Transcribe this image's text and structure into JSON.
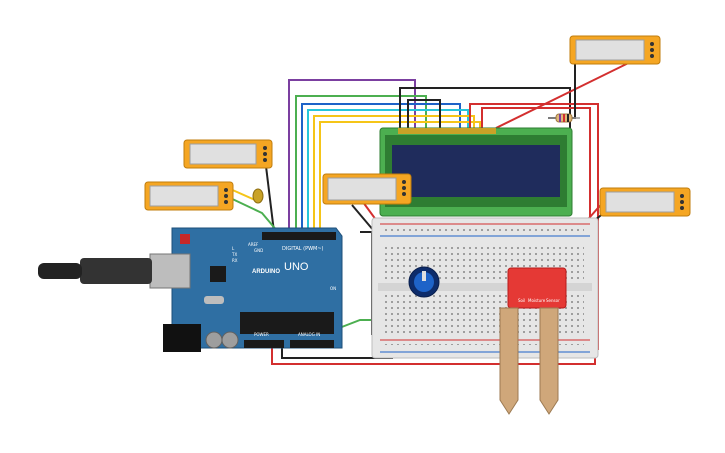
{
  "arduino": {
    "brand": "ARDUINO",
    "model": "UNO",
    "digital_label": "DIGITAL (PWM~)",
    "power_label": "POWER",
    "analog_label": "ANALOG IN",
    "aref_label": "AREF",
    "gnd_label": "GND",
    "tx_label": "TX",
    "rx_label": "RX",
    "l_label": "L",
    "on_label": "ON"
  },
  "sensor": {
    "label_line1": "Soil",
    "label_line2": "Moisture",
    "label_line3": "Sensor"
  },
  "colors": {
    "board": "#2f6fa3",
    "breadboard": "#e6e6e6",
    "lcd_pcb": "#4caf50",
    "lcd_screen": "#1f2c5c",
    "sensor_pcb": "#e53935",
    "probe_board": "#ffe082",
    "wire_red": "#d32f2f",
    "wire_black": "#222222",
    "wire_green": "#4caf50",
    "wire_yellow": "#f5c518",
    "wire_purple": "#7b3fa0",
    "wire_cyan": "#26c6da",
    "wire_blue": "#1e63c8"
  },
  "icons": {
    "usb": "usb-connector-icon",
    "power_jack": "dc-jack-icon",
    "potentiometer": "potentiometer-icon",
    "resistor": "resistor-icon",
    "capacitor": "capacitor-icon",
    "probe": "multimeter-probe-icon"
  }
}
